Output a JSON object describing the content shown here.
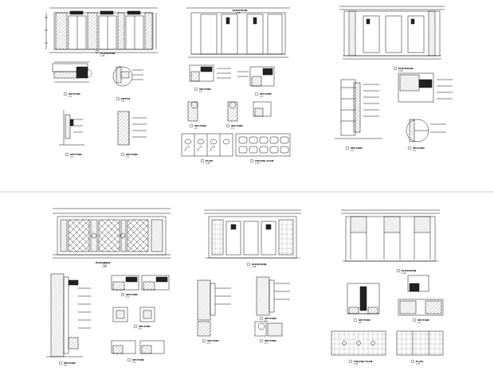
{
  "sheet": {
    "background": "#ffffff",
    "line_color": "#111111",
    "hatch_color": "#555555",
    "divider_color": "#9a9a9a"
  },
  "captions": {
    "p1_elev": "ELEVATION",
    "p1_elev_sub": "1:25",
    "p1_sec1": "SECTION",
    "p1_sec1_sub": "1:5",
    "p1_detail": "DETAIL",
    "p1_detail_sub": "1:5",
    "p1_sec2": "SECTION",
    "p1_sec2_sub": "1:5",
    "p1_sec3": "SECTION",
    "p1_sec3_sub": "1:5",
    "p2_elev": "ELEVATION",
    "p2_elev_sub": "1:25",
    "p2_sec1": "SECTION",
    "p2_sec1_sub": "1:5",
    "p2_sec2": "SECTION",
    "p2_sec2_sub": "1:5",
    "p2_sec3": "SECTION",
    "p2_sec3_sub": "1:5",
    "p2_sec4": "SECTION",
    "p2_sec4_sub": "1:5",
    "p2_plan": "PLAN",
    "p2_plan_sub": "1:25",
    "p2_ceiling": "CEILING PLAN",
    "p2_ceiling_sub": "1:25",
    "p3_elev": "ELEVATION",
    "p3_elev_sub": "1:25",
    "p3_sec1": "SECTION",
    "p3_sec1_sub": "1:5",
    "p3_sec2": "SECTION",
    "p3_sec2_sub": "1:5",
    "p4_elev": "ELEVATION",
    "p4_elev_sub": "1:25",
    "p4_sec1": "SECTION",
    "p4_sec1_sub": "1:5",
    "p4_sec2": "SECTION",
    "p4_sec2_sub": "1:5",
    "p4_sec3": "SECTION",
    "p4_sec3_sub": "1:5",
    "p4_sec4": "SECTION",
    "p4_sec4_sub": "1:5",
    "p5_elev": "ELEVATION",
    "p5_elev_sub": "1:25",
    "p5_sec1": "SECTION",
    "p5_sec1_sub": "1:5",
    "p5_sec2": "SECTION",
    "p5_sec2_sub": "1:5",
    "p5_sec3": "SECTION",
    "p5_sec3_sub": "1:5",
    "p6_elev": "ELEVATION",
    "p6_elev_sub": "1:25",
    "p6_sec1": "SECTION",
    "p6_sec1_sub": "1:5",
    "p6_sec2": "SECTION",
    "p6_sec2_sub": "1:5",
    "p6_ceiling": "CEILING PLAN",
    "p6_ceiling_sub": "1:25",
    "p6_plan": "PLAN",
    "p6_plan_sub": "1:25"
  }
}
